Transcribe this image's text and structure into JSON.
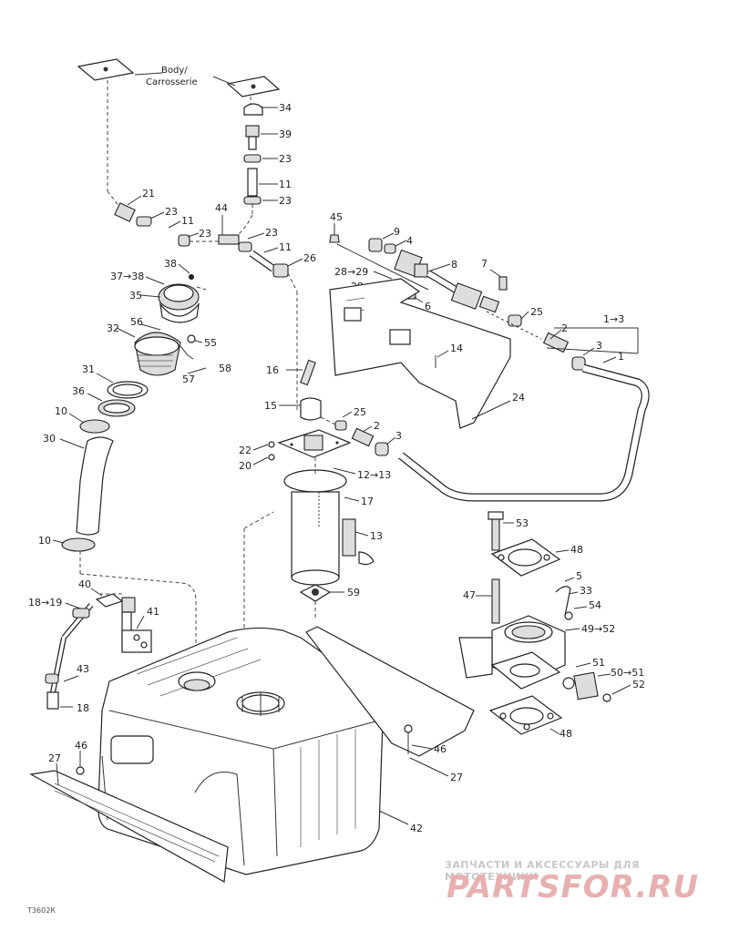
{
  "diagram": {
    "header_text_line1": "Body/",
    "header_text_line2": "Carrosserie",
    "drawing_code": "ТЗ602К",
    "labels": {
      "p34": "34",
      "p39": "39",
      "p23a": "23",
      "p11a": "11",
      "p23b": "23",
      "p21": "21",
      "p23c": "23",
      "p11b": "11",
      "p44": "44",
      "p23d": "23",
      "p23e": "23",
      "p11c": "11",
      "p26a": "26",
      "p45": "45",
      "p9": "9",
      "p4": "4",
      "p8": "8",
      "p7": "7",
      "p2829": "28→29",
      "p29": "29",
      "p6": "6",
      "p25a": "25",
      "p13ref": "1→3",
      "p2a": "2",
      "p3a": "3",
      "p1": "1",
      "p38": "38",
      "p3738": "37→38",
      "p35": "35",
      "p56": "56",
      "p32": "32",
      "p55": "55",
      "p57": "57",
      "p58": "58",
      "p31": "31",
      "p36": "36",
      "p10a": "10",
      "p30": "30",
      "p14": "14",
      "p24": "24",
      "p16": "16",
      "p15": "15",
      "p25b": "25",
      "p2b": "2",
      "p3b": "3",
      "p22": "22",
      "p20": "20",
      "p1213": "12→13",
      "p17": "17",
      "p10b": "10",
      "p13": "13",
      "p59": "59",
      "p53": "53",
      "p48a": "48",
      "p5": "5",
      "p47": "47",
      "p33": "33",
      "p54": "54",
      "p4952": "49→52",
      "p51": "51",
      "p5051": "50→51",
      "p52": "52",
      "p48b": "48",
      "p40": "40",
      "p1819": "18→19",
      "p41": "41",
      "p43": "43",
      "p18": "18",
      "p27a": "27",
      "p46a": "46",
      "p46b": "46",
      "p27b": "27",
      "p42": "42"
    }
  },
  "watermark": {
    "tagline": "ЗАПЧАСТИ И АКСЕССУАРЫ ДЛЯ МОТОТЕХНИКИ",
    "logo_text": "PARTSFOR.RU"
  }
}
